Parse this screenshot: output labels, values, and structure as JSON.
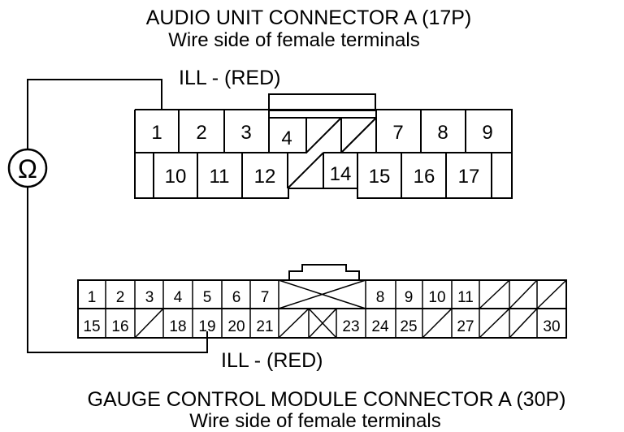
{
  "top_connector": {
    "title": "AUDIO UNIT CONNECTOR A (17P)",
    "subtitle": "Wire side of female terminals",
    "row1": [
      "1",
      "2",
      "3",
      "4",
      "",
      "",
      "7",
      "8",
      "9"
    ],
    "row2": [
      "",
      "10",
      "11",
      "12",
      "",
      "14",
      "15",
      "16",
      "17"
    ]
  },
  "bottom_connector": {
    "title": "GAUGE CONTROL MODULE CONNECTOR A (30P)",
    "subtitle": "Wire side of female terminals",
    "row1": [
      "1",
      "2",
      "3",
      "4",
      "5",
      "6",
      "7",
      "",
      "8",
      "9",
      "10",
      "11",
      "",
      "",
      ""
    ],
    "row2": [
      "15",
      "16",
      "",
      "18",
      "19",
      "20",
      "21",
      "",
      "",
      "23",
      "24",
      "25",
      "",
      "27",
      "",
      "30"
    ]
  },
  "labels": {
    "top_wire": "ILL -  (RED)",
    "bottom_wire": "ILL -  (RED)"
  },
  "meter": {
    "symbol": "Ω",
    "icon": "ohmmeter-icon"
  }
}
